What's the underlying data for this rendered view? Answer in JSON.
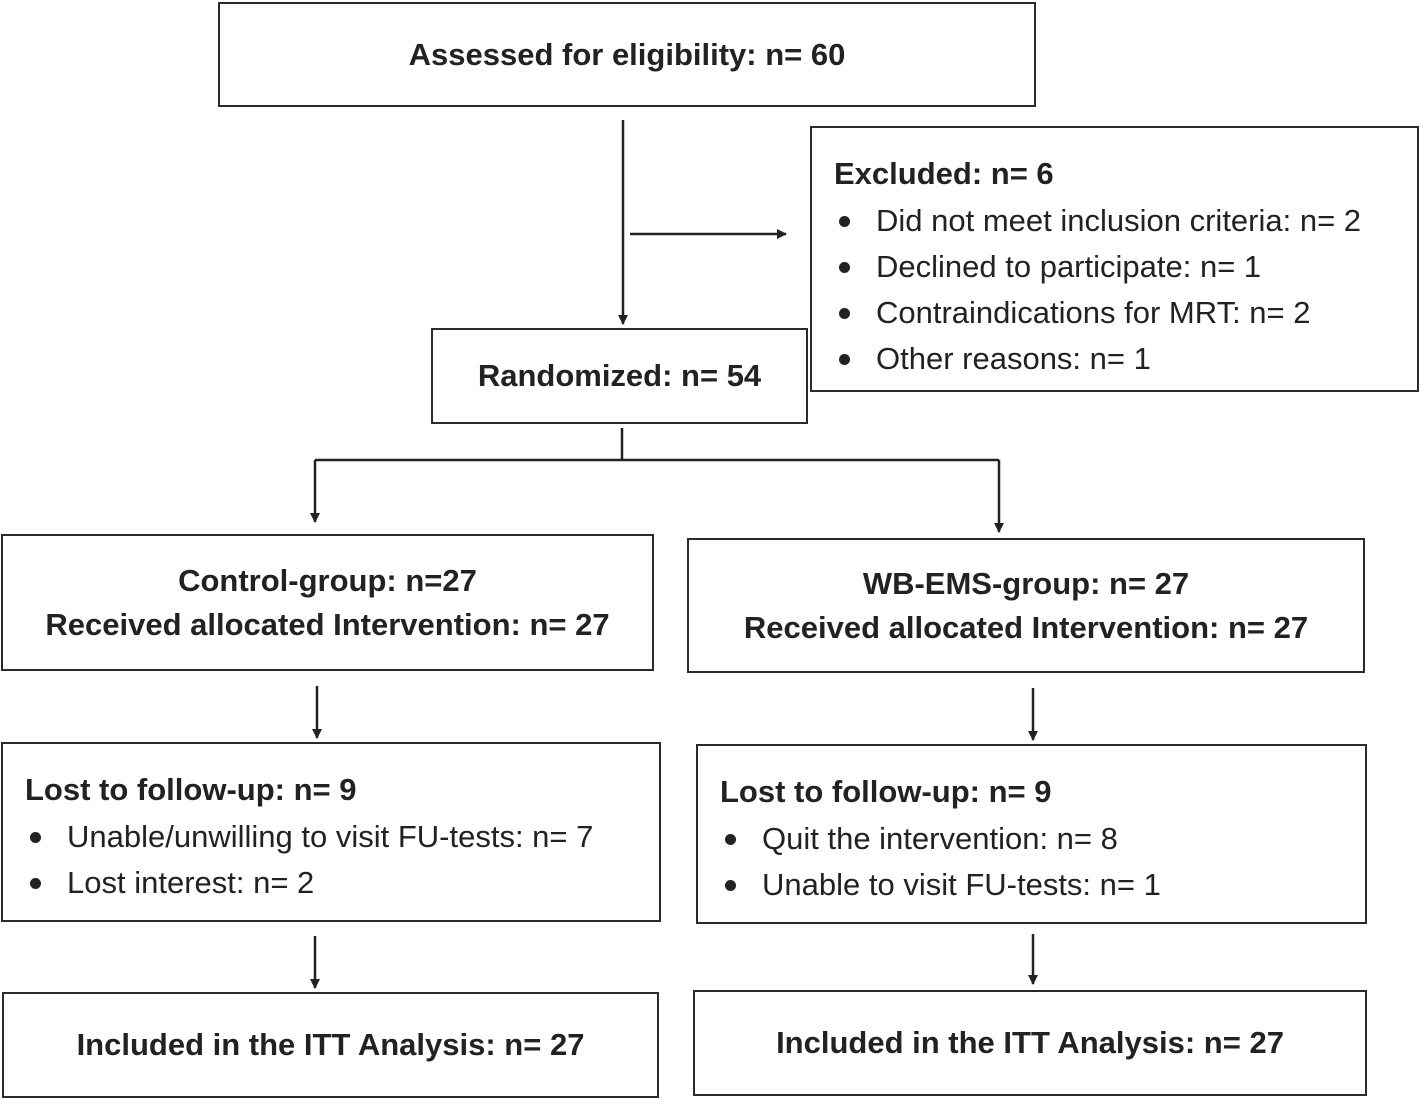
{
  "assessed": {
    "label": "Assessed for eligibility: n= 60"
  },
  "excluded": {
    "title": "Excluded: n= 6",
    "items": [
      "Did not meet inclusion criteria: n= 2",
      "Declined to participate: n= 1",
      "Contraindications for MRT: n= 2",
      "Other reasons: n= 1"
    ]
  },
  "randomized": {
    "label": "Randomized: n= 54"
  },
  "control": {
    "group": "Control-group: n=27",
    "received": "Received allocated Intervention: n= 27",
    "lost_title": "Lost to follow-up: n= 9",
    "lost_items": [
      "Unable/unwilling to visit FU-tests: n= 7",
      "Lost interest: n= 2"
    ],
    "itt": "Included in the ITT Analysis: n= 27"
  },
  "wbems": {
    "group": "WB-EMS-group: n= 27",
    "received": "Received allocated Intervention: n= 27",
    "lost_title": "Lost to follow-up: n= 9",
    "lost_items": [
      "Quit the intervention: n= 8",
      "Unable to visit FU-tests: n= 1"
    ],
    "itt": "Included in the ITT Analysis: n= 27"
  }
}
